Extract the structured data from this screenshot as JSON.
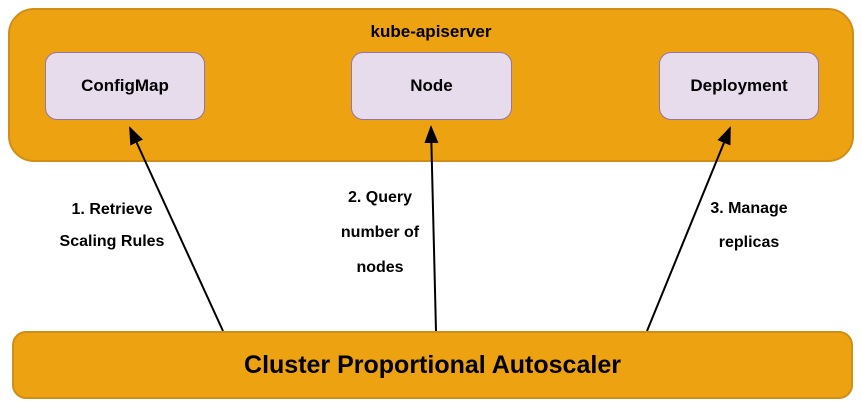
{
  "apiserver": {
    "title": "kube-apiserver",
    "resources": [
      {
        "label": "ConfigMap"
      },
      {
        "label": "Node"
      },
      {
        "label": "Deployment"
      }
    ]
  },
  "steps": [
    {
      "lines": [
        "1. Retrieve",
        "Scaling Rules"
      ]
    },
    {
      "lines": [
        "2. Query",
        "number of",
        "nodes"
      ]
    },
    {
      "lines": [
        "3. Manage",
        "replicas"
      ]
    }
  ],
  "autoscaler": {
    "title": "Cluster Proportional Autoscaler"
  },
  "colors": {
    "container-fill": "#EDA211",
    "container-border": "#D18E17",
    "resource-fill": "#E6DCEC",
    "resource-border": "#9673A6",
    "arrow-color": "#000000",
    "text-color": "#000000",
    "background": "#FFFFFF"
  }
}
